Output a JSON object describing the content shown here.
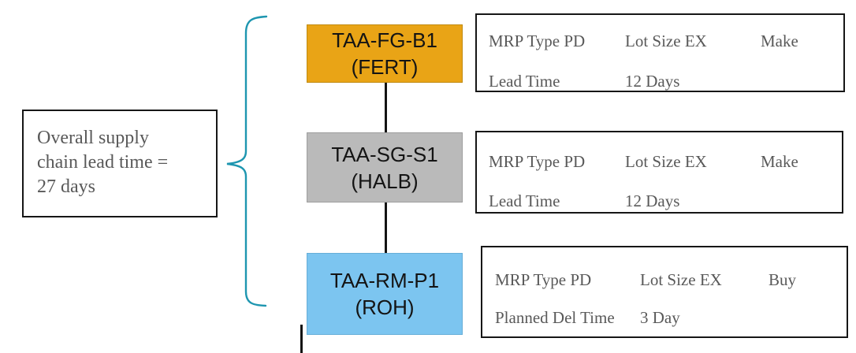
{
  "summary": {
    "lines": [
      "Overall supply",
      "chain lead time =",
      "27 days"
    ]
  },
  "chain": {
    "nodes": [
      {
        "code": "TAA-FG-B1",
        "type": "(FERT)",
        "color": "#E9A416"
      },
      {
        "code": "TAA-SG-S1",
        "type": "(HALB)",
        "color": "#BABABA"
      },
      {
        "code": "TAA-RM-P1",
        "type": "(ROH)",
        "color": "#7CC5F0"
      }
    ]
  },
  "info_boxes": [
    {
      "mrp_type": "MRP Type PD",
      "lot_size": "Lot Size EX",
      "source": "Make",
      "time_label": "Lead Time",
      "time_value": "12 Days"
    },
    {
      "mrp_type": "MRP Type PD",
      "lot_size": "Lot Size EX",
      "source": "Make",
      "time_label": "Lead Time",
      "time_value": "12 Days"
    },
    {
      "mrp_type": "MRP Type PD",
      "lot_size": "Lot Size EX",
      "source": "Buy",
      "time_label": "Planned Del Time",
      "time_value": "3 Day"
    }
  ],
  "colors": {
    "brace": "#1E96B0",
    "serif_text": "#595959",
    "node_text": "#141414",
    "border": "#161616"
  }
}
